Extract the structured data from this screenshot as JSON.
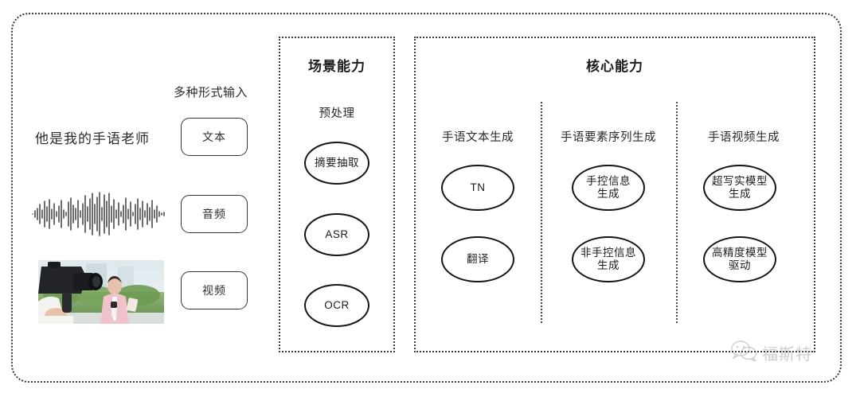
{
  "diagram": {
    "input_section": {
      "heading": "多种形式输入",
      "sample_text": "他是我的手语老师",
      "modalities": [
        {
          "label": "文本",
          "icon": "text-icon"
        },
        {
          "label": "音频",
          "icon": "waveform-icon"
        },
        {
          "label": "视频",
          "icon": "video-thumbnail-icon"
        }
      ]
    },
    "scene_panel": {
      "title": "场景能力",
      "group_label": "预处理",
      "nodes": [
        {
          "label": "摘要抽取"
        },
        {
          "label": "ASR"
        },
        {
          "label": "OCR"
        }
      ]
    },
    "core_panel": {
      "title": "核心能力",
      "columns": [
        {
          "label": "手语文本生成",
          "nodes": [
            {
              "line1": "TN",
              "line2": ""
            },
            {
              "line1": "翻译",
              "line2": ""
            }
          ]
        },
        {
          "label": "手语要素序列生成",
          "nodes": [
            {
              "line1": "手控信息",
              "line2": "生成"
            },
            {
              "line1": "非手控信息",
              "line2": "生成"
            }
          ]
        },
        {
          "label": "手语视频生成",
          "nodes": [
            {
              "line1": "超写实模型",
              "line2": "生成"
            },
            {
              "line1": "高精度模型",
              "line2": "驱动"
            }
          ]
        }
      ]
    },
    "watermark": {
      "text": "福斯特",
      "icon": "wechat-icon"
    },
    "colors": {
      "border": "#3a3a3a",
      "node_border": "#141414",
      "text": "#2b2b2b",
      "background": "#ffffff",
      "watermark": "#8d8d8d"
    }
  }
}
